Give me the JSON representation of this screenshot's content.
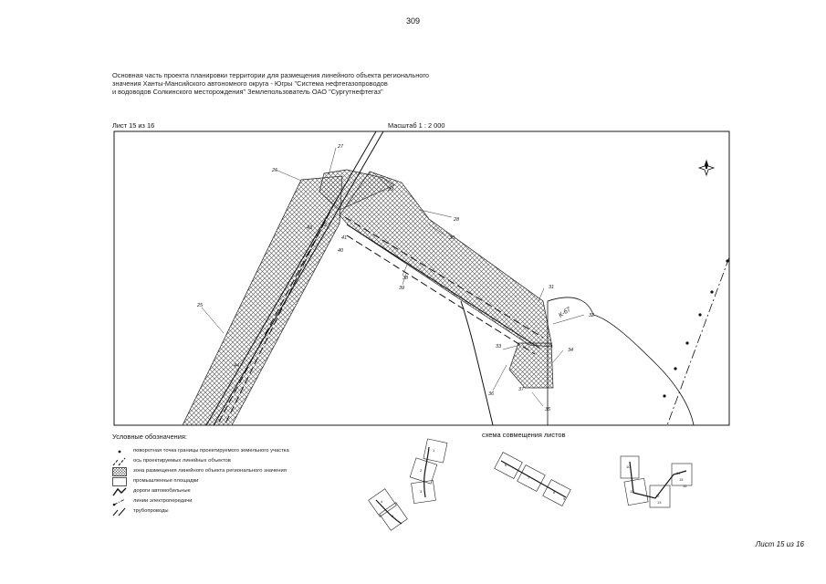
{
  "page_number": "309",
  "title_lines": [
    "Основная часть проекта планировки территории для размещения линейного объекта регионального",
    "значения Ханты-Мансийского автономного округа - Югры \"Система нефтегазопроводов",
    "и водоводов Солкинского месторождения\" Землепользователь ОАО \"Сургутнефтегаз\""
  ],
  "sheet_label": "Лист 15 из 16",
  "scale_label": "Масштаб 1 : 2 000",
  "map": {
    "point_labels": [
      "26",
      "27",
      "28",
      "29",
      "30",
      "31",
      "32",
      "33",
      "34",
      "35",
      "36",
      "37",
      "38",
      "39",
      "40",
      "41",
      "42",
      "43",
      "44",
      "25"
    ],
    "pad_label": "К-67",
    "colors": {
      "line": "#111111",
      "hatch": "#555555",
      "frame": "#000000"
    }
  },
  "legend": {
    "title": "Условные обозначения:",
    "items": [
      {
        "label": "поворотная точка границы проектируемого земельного участка",
        "icon": "dot-icon"
      },
      {
        "label": "ось проектируемых линейных объектов",
        "icon": "axis-line-icon"
      },
      {
        "label": "зона размещения линейного объекта регионального значения",
        "icon": "hatched-zone-icon"
      },
      {
        "label": "промышленные площадки",
        "icon": "industrial-site-icon"
      },
      {
        "label": "дороги автомобильные",
        "icon": "road-icon"
      },
      {
        "label": "линии электропередачи",
        "icon": "power-line-icon"
      },
      {
        "label": "трубопроводы",
        "icon": "pipeline-icon"
      }
    ]
  },
  "scheme": {
    "title": "схема совмещения листов",
    "sheet_numbers": [
      "1",
      "2",
      "3",
      "4",
      "5",
      "6",
      "7",
      "8",
      "9",
      "10",
      "11",
      "12",
      "13",
      "14",
      "15",
      "16"
    ]
  },
  "footer_sheet": "Лист 15 из 16"
}
